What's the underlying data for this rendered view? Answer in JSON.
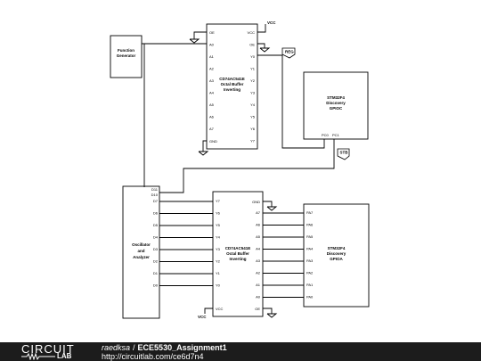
{
  "schematic": {
    "vcc_top": "VCC",
    "vcc_bottom": "VCC",
    "function_generator": {
      "label_line1": "Function",
      "label_line2": "Generator"
    },
    "buffer_top": {
      "name_line1": "CD74AC541E",
      "name_line2": "Octal Buffer",
      "name_line3": "Inverting",
      "left_pins": [
        "OE",
        "A0",
        "A1",
        "A2",
        "A3",
        "A4",
        "A5",
        "A6",
        "A7",
        "GND"
      ],
      "right_pins": [
        "VCC",
        "OE",
        "Y0",
        "Y1",
        "Y2",
        "Y3",
        "Y4",
        "Y5",
        "Y6",
        "Y7"
      ]
    },
    "label_reg": "REG",
    "label_stb": "STB",
    "stm_gpioc": {
      "name_line1": "STM32F4",
      "name_line2": "Discovery",
      "name_line3": "GPIOC",
      "pin_a": "PC0",
      "pin_b": "PC1"
    },
    "osc": {
      "name_line1": "Oscillator",
      "name_line2": "and",
      "name_line3": "Analyzer",
      "pins": [
        "D11",
        "D10",
        "D7",
        "D6",
        "D5",
        "D4",
        "D3",
        "D2",
        "D1",
        "D0"
      ]
    },
    "buffer_bottom": {
      "name_line1": "CD74AC541E",
      "name_line2": "Octal Buffer",
      "name_line3": "Inverting",
      "left_pins": [
        "Y7",
        "Y6",
        "Y5",
        "Y4",
        "Y3",
        "Y2",
        "Y1",
        "Y0",
        "VCC"
      ],
      "right_pins": [
        "GND",
        "A7",
        "A6",
        "A5",
        "A4",
        "A3",
        "A2",
        "A1",
        "A0",
        "OE"
      ]
    },
    "stm_gpioa": {
      "name_line1": "STM32F4",
      "name_line2": "Discovery",
      "name_line3": "GPIOA",
      "pins": [
        "PA7",
        "PA6",
        "PA5",
        "PA4",
        "PA3",
        "PA2",
        "PA1",
        "PA0"
      ]
    }
  },
  "footer": {
    "logo_word": "CIRCUIT",
    "logo_lab": "LAB",
    "author": "raedksa",
    "separator": "/",
    "title": "ECE5530_Assignment1",
    "url": "http://circuitlab.com/ce6d7n4"
  }
}
